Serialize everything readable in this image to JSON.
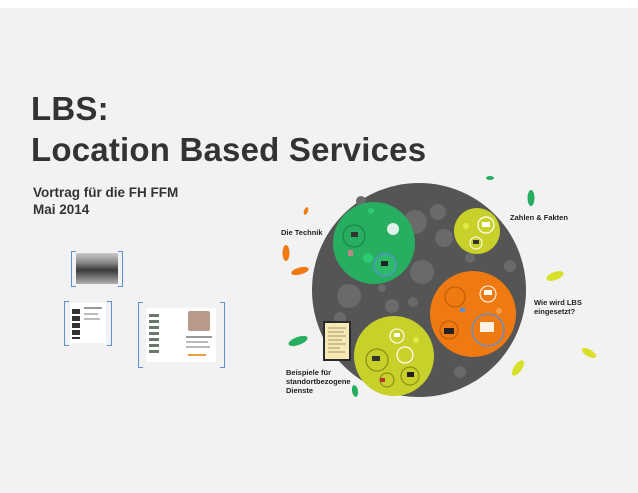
{
  "slide": {
    "title_line1": "LBS:",
    "title_line2": "Location Based Services",
    "subtitle_line1": "Vortrag für die FH FFM",
    "subtitle_line2": "Mai 2014"
  },
  "topics": {
    "technik": "Die Technik",
    "zahlen": "Zahlen & Fakten",
    "wie_line1": "Wie wird LBS",
    "wie_line2": "eingesetzt?",
    "beispiele_line1": "Beispiele für",
    "beispiele_line2": "standortbezogene",
    "beispiele_line3": "Dienste"
  },
  "colors": {
    "background": "#f2f2f2",
    "title": "#333333",
    "dark_circle": "#555555",
    "green": "#27ae60",
    "yellow": "#c8d12a",
    "orange": "#f07a12",
    "frame_bracket": "#5b8fd6"
  }
}
